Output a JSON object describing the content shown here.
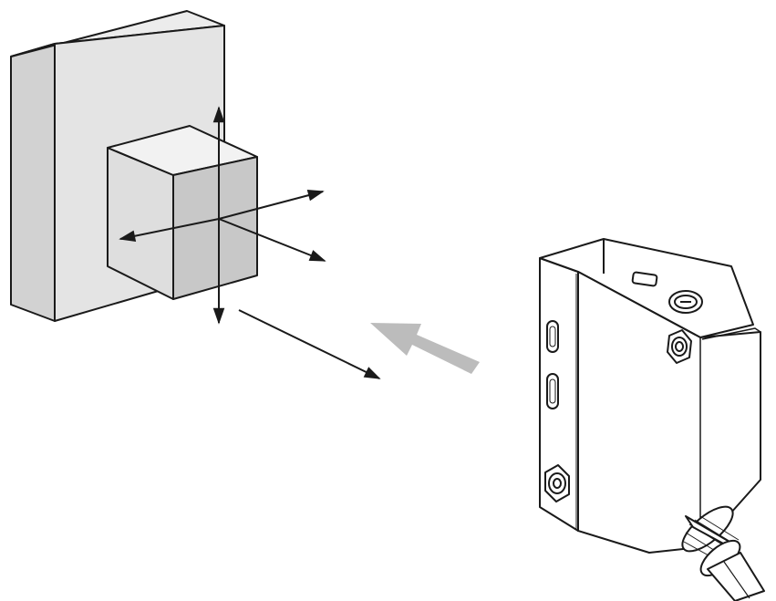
{
  "diagram": {
    "type": "technical-illustration",
    "background": "#ffffff",
    "colors": {
      "outline": "#1a1a1a",
      "panel_light": "#e3e3e3",
      "panel_mid": "#cccccc",
      "panel_dark": "#bdbdbd",
      "sensor_body": "#ffffff",
      "approach_arrow": "#bcbcbc"
    },
    "elements": [
      {
        "id": "mounting-plate",
        "icon": "block-plate-icon"
      },
      {
        "id": "target-cube",
        "icon": "cube-icon"
      },
      {
        "id": "axis-arrows",
        "icon": "axis-arrows-icon"
      },
      {
        "id": "approach-arrow",
        "icon": "arrow-icon"
      },
      {
        "id": "sensor",
        "icon": "photoelectric-sensor-icon"
      }
    ]
  }
}
